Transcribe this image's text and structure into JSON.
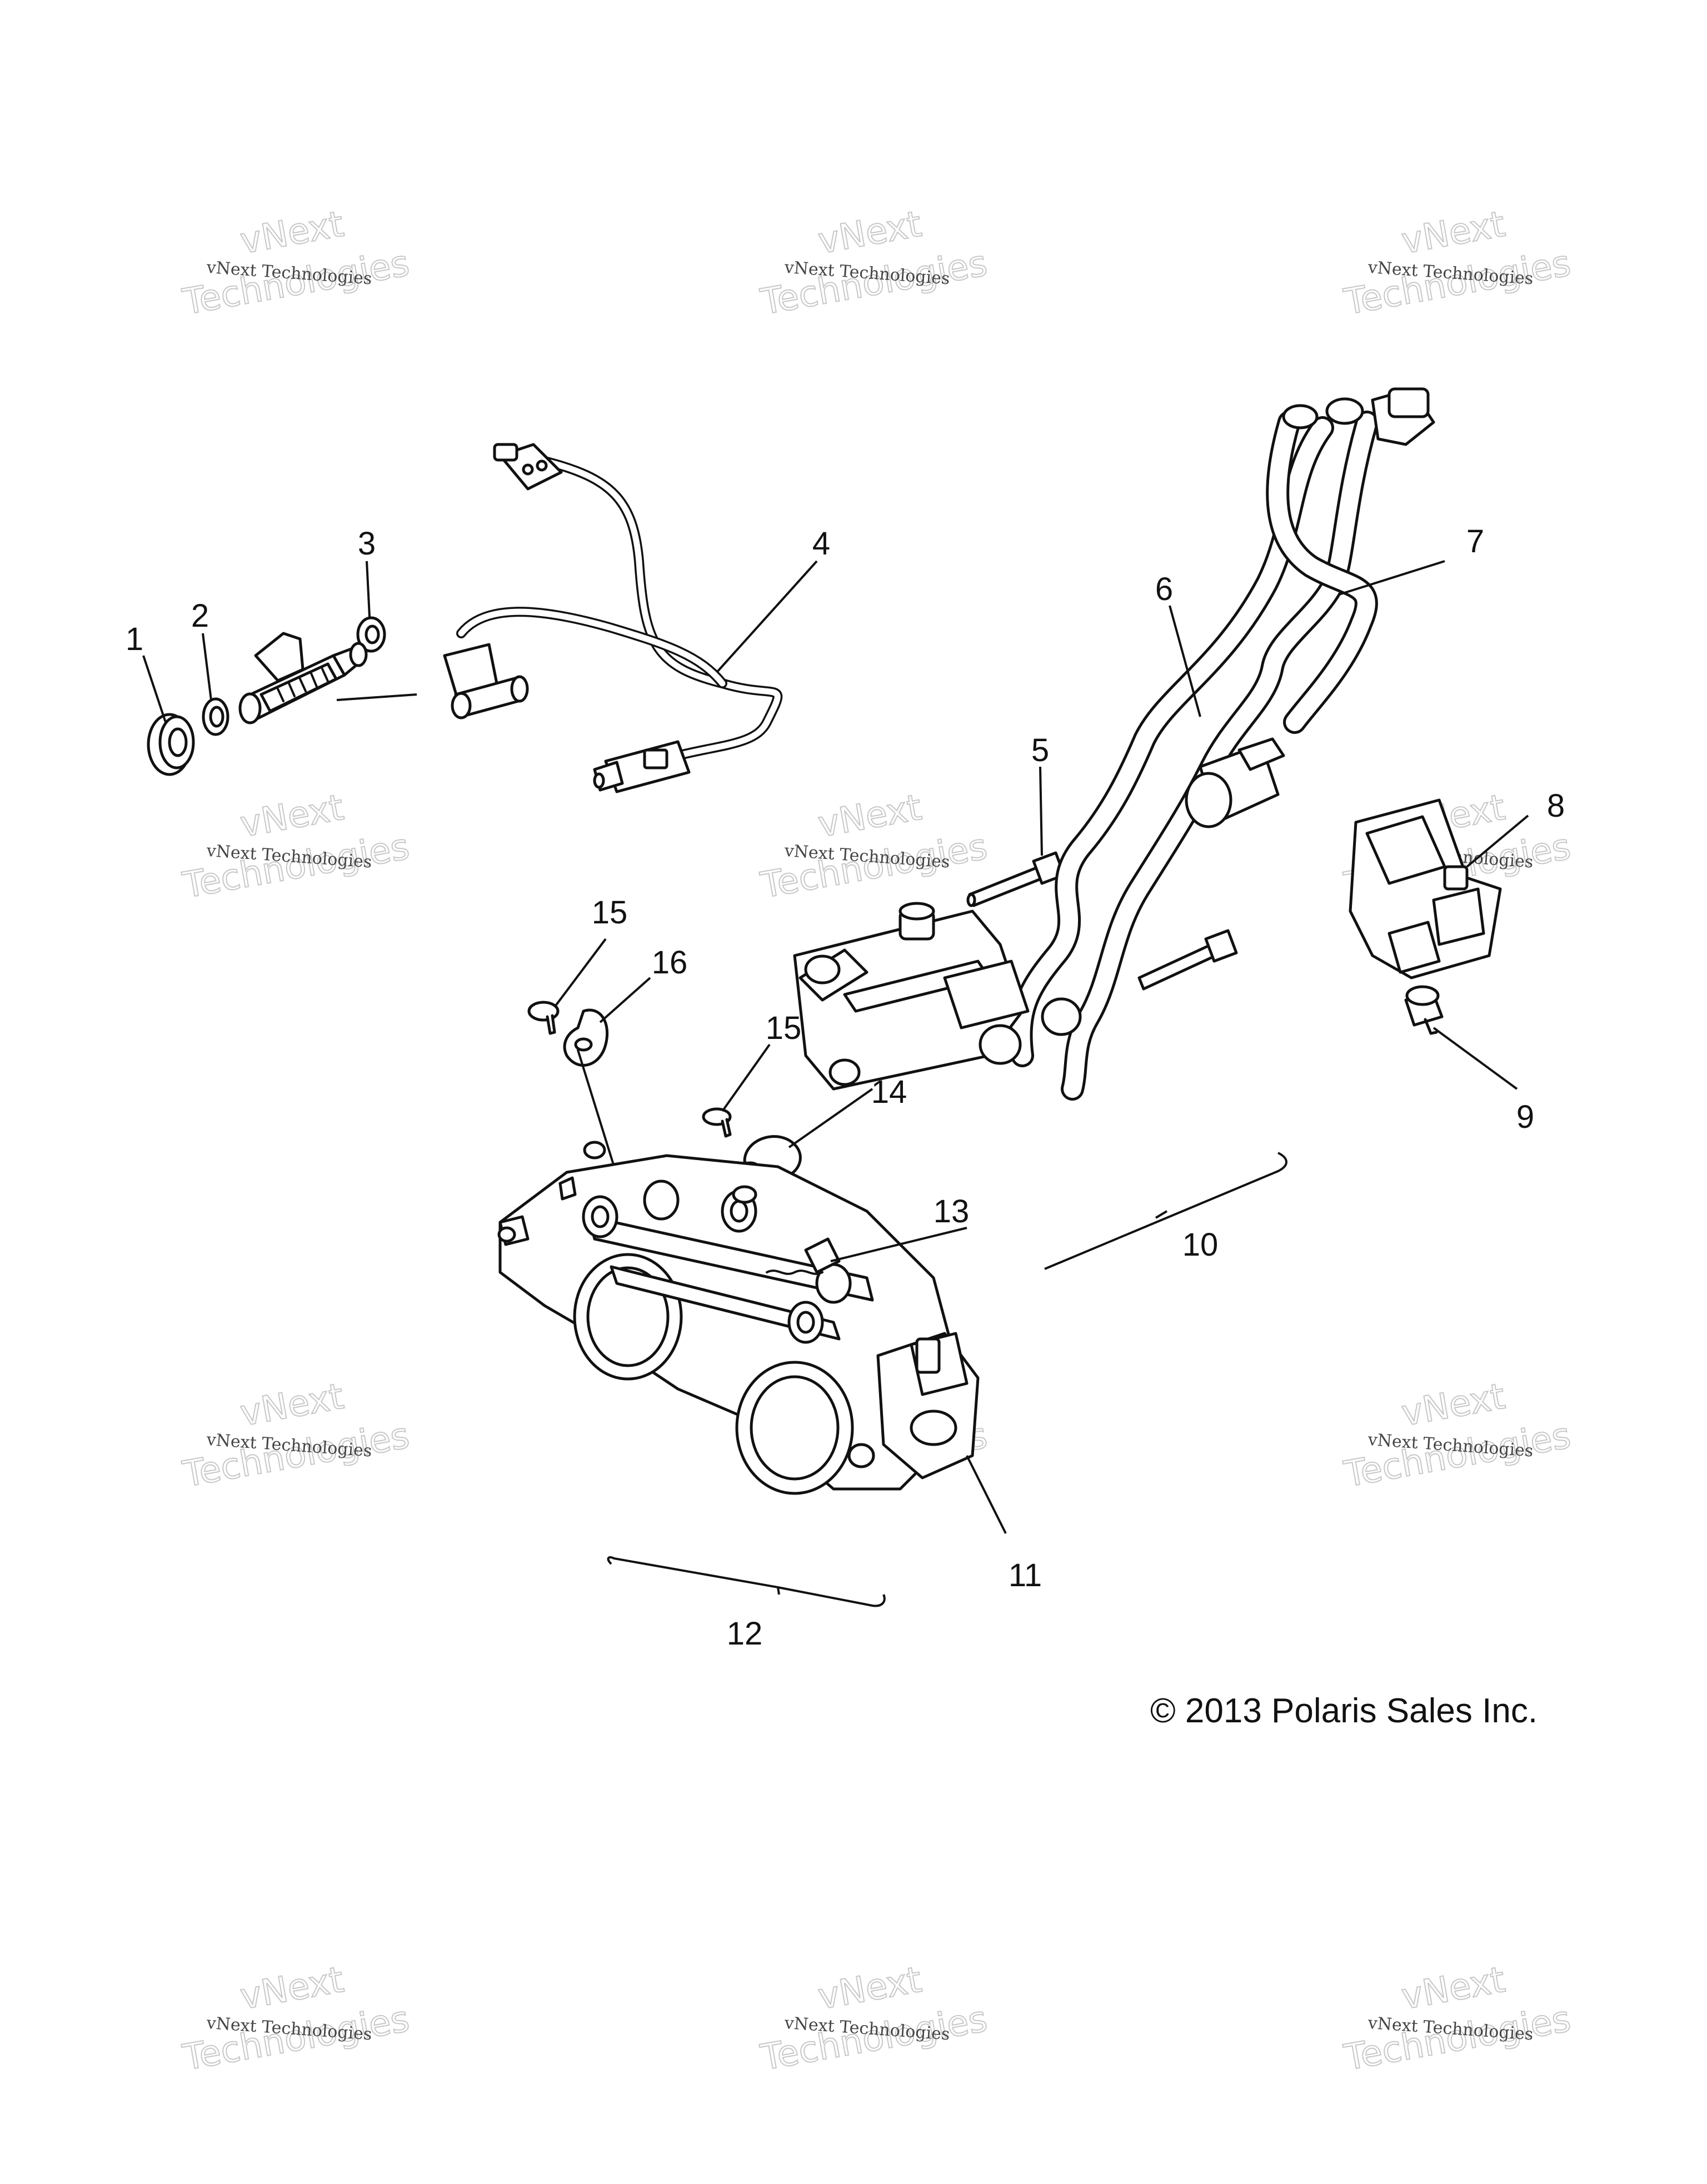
{
  "callouts": [
    "1",
    "2",
    "3",
    "4",
    "5",
    "6",
    "7",
    "8",
    "9",
    "10",
    "11",
    "12",
    "13",
    "14",
    "15",
    "15",
    "16"
  ],
  "copyright": "© 2013 Polaris Sales Inc.",
  "watermark": {
    "line1": "vNext Technologies",
    "line2": "Technologies",
    "line3": "vNext"
  }
}
